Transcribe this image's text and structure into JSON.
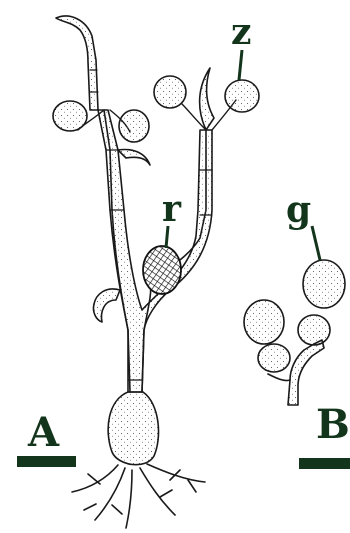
{
  "labels": {
    "z": "z",
    "r": "r",
    "g": "g",
    "panel_a": "A",
    "panel_b": "B"
  },
  "colors": {
    "label_green": "#13351c",
    "ink": "#1a1a1a"
  }
}
